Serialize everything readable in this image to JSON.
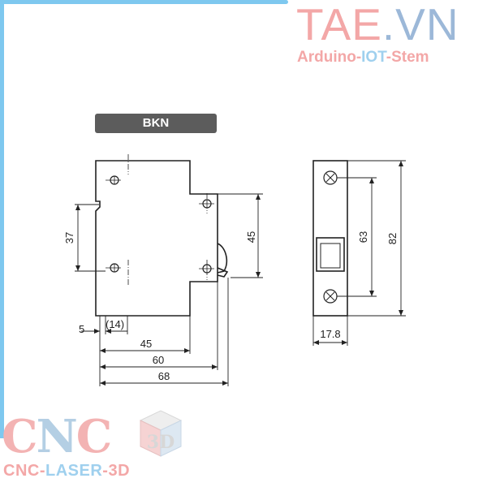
{
  "brand": {
    "title_main": "TAE",
    "title_tld": ".VN",
    "subtitle_part1": "Arduino-",
    "subtitle_part2": "IOT",
    "subtitle_part3": "-Stem"
  },
  "model": {
    "label": "BKN"
  },
  "dimensions": {
    "front_height_37": "37",
    "front_height_45": "45",
    "offset_5": "5",
    "offset_14": "(14)",
    "width_45": "45",
    "width_60": "60",
    "width_68": "68",
    "side_width": "17.8",
    "side_screw_span": "63",
    "side_height": "82"
  },
  "watermark": {
    "logo_c1": "C",
    "logo_n": "N",
    "logo_c2": "C",
    "cube_text": "3D",
    "tagline_part1": "CNC-",
    "tagline_part2": "LASER",
    "tagline_part3": "-3D"
  },
  "colors": {
    "frame": "#7ec8ef",
    "badge": "#5c5c5c",
    "brand_pink": "#f3a7a7",
    "brand_blue": "#9fd0ee"
  }
}
